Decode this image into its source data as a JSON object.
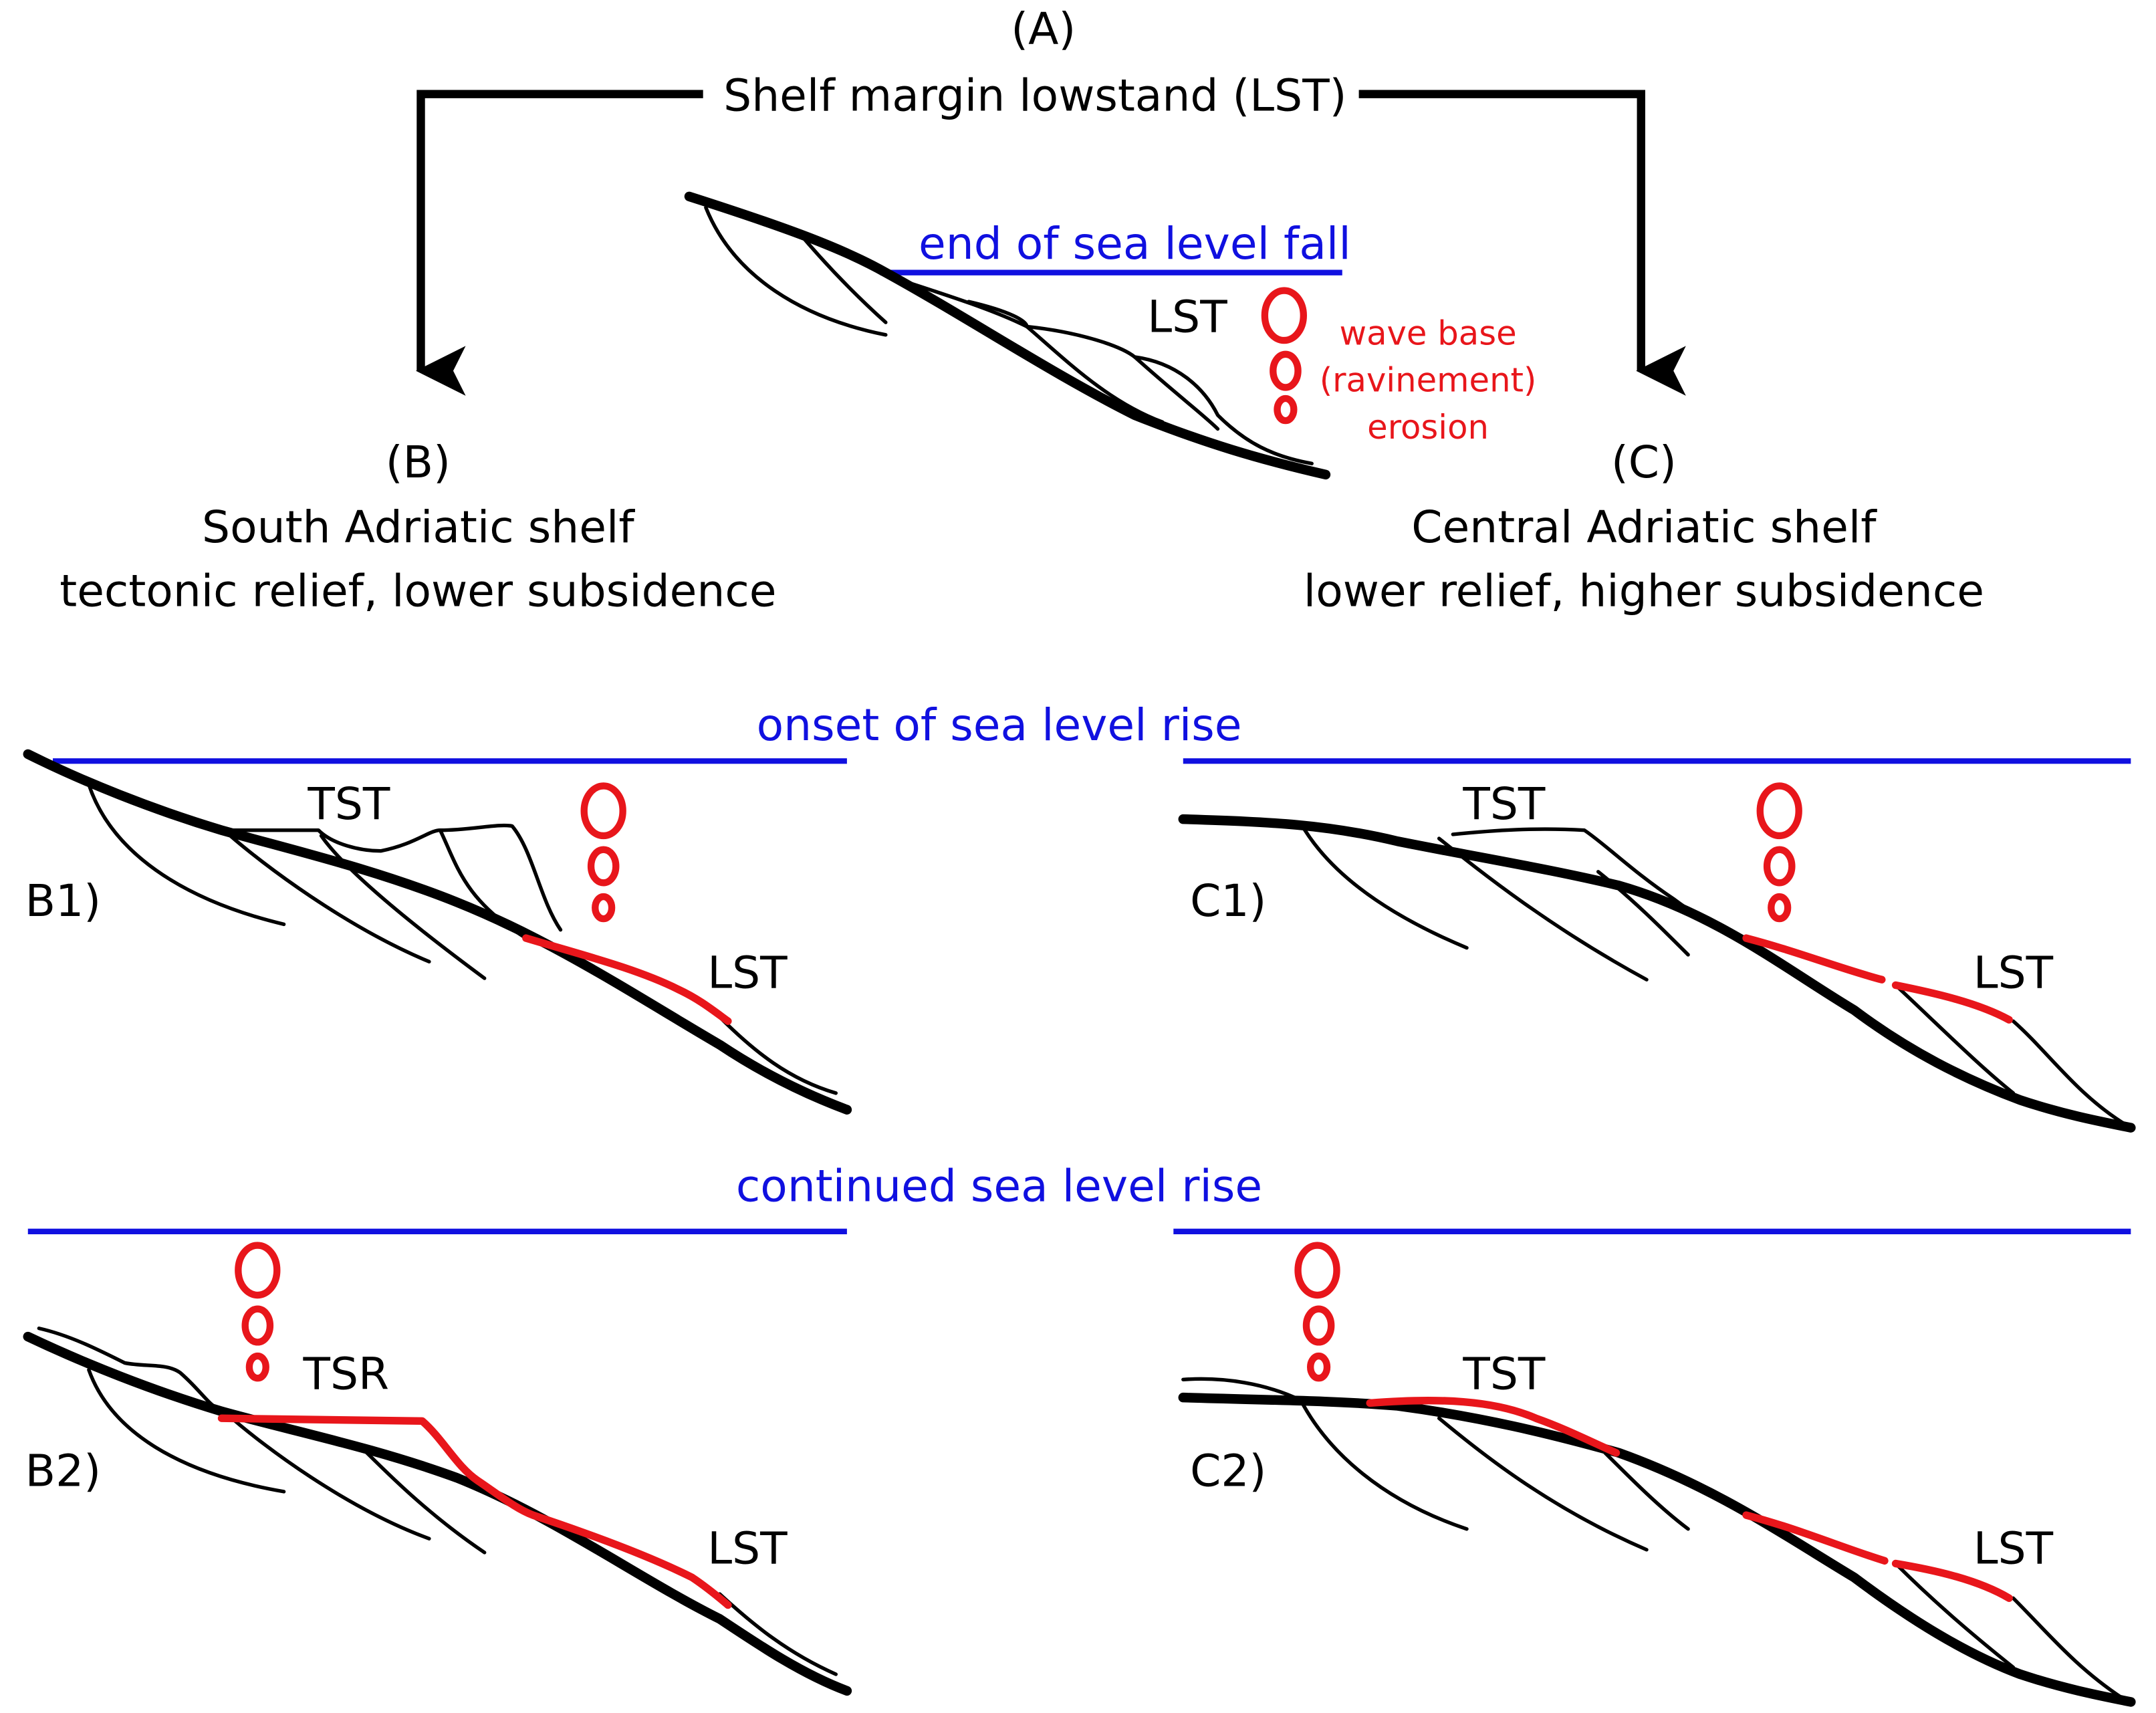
{
  "colors": {
    "profile": "#000000",
    "sea_level": "#1010e0",
    "erosion_surface": "#e8161b",
    "background": "#ffffff"
  },
  "panel_a": {
    "letter": "(A)",
    "title": "Shelf margin lowstand (LST)",
    "sea_level_label": "end of sea level fall",
    "unit_label": "LST",
    "wave_text": [
      "wave base",
      "(ravinement)",
      "erosion"
    ]
  },
  "panel_b": {
    "letter": "(B)",
    "line1": "South Adriatic shelf",
    "line2": "tectonic relief, lower subsidence"
  },
  "panel_c": {
    "letter": "(C)",
    "line1": "Central Adriatic shelf",
    "line2": "lower relief, higher subsidence"
  },
  "stage1": {
    "sea_level_label": "onset of sea level rise",
    "b1": {
      "label": "B1)",
      "upper_unit": "TST",
      "lower_unit": "LST"
    },
    "c1": {
      "label": "C1)",
      "upper_unit": "TST",
      "lower_unit": "LST"
    }
  },
  "stage2": {
    "sea_level_label": "continued sea level rise",
    "b2": {
      "label": "B2)",
      "upper_unit": "TSR",
      "lower_unit": "LST"
    },
    "c2": {
      "label": "C2)",
      "upper_unit": "TST",
      "lower_unit": "LST"
    }
  }
}
